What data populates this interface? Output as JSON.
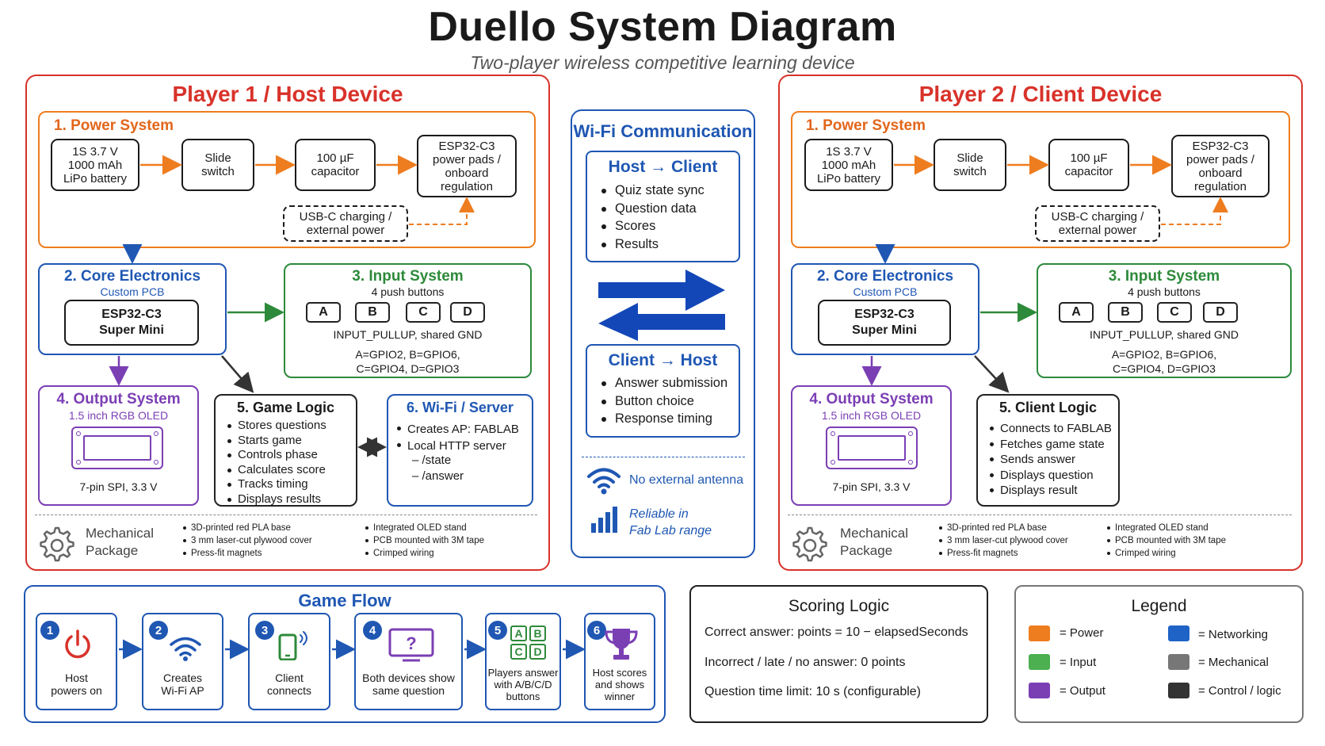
{
  "title": "Duello System Diagram",
  "subtitle": "Two-player wireless competitive learning device",
  "player1": {
    "title": "Player 1 / Host Device",
    "power": {
      "title": "1. Power System",
      "battery": "1S 3.7 V\n1000 mAh\nLiPo battery",
      "switch": "Slide\nswitch",
      "capacitor": "100 µF\ncapacitor",
      "esp": "ESP32-C3\npower pads /\nonboard\nregulation",
      "usb": "USB-C charging /\nexternal power"
    },
    "core": {
      "title": "2. Core Electronics",
      "sub": "Custom PCB",
      "chip": "ESP32-C3\nSuper Mini"
    },
    "input": {
      "title": "3. Input System",
      "sub": "4 push buttons",
      "keys": [
        "A",
        "B",
        "C",
        "D"
      ],
      "pullup": "INPUT_PULLUP, shared GND",
      "gpio1": "A=GPIO2, B=GPIO6,",
      "gpio2": "C=GPIO4, D=GPIO3"
    },
    "output": {
      "title": "4. Output System",
      "sub": "1.5 inch RGB OLED",
      "spec": "7-pin SPI, 3.3 V"
    },
    "logic": {
      "title": "5. Game Logic",
      "items": [
        "Stores questions",
        "Starts game",
        "Controls phase",
        "Calculates score",
        "Tracks timing",
        "Displays results"
      ]
    },
    "wifi": {
      "title": "6. Wi-Fi / Server",
      "items": [
        "Creates AP: FABLAB",
        "Local HTTP server"
      ],
      "routes": [
        "– /state",
        "– /answer"
      ]
    },
    "mech": {
      "label": "Mechanical\nPackage",
      "col1": [
        "3D-printed red PLA base",
        "3 mm laser-cut plywood cover",
        "Press-fit magnets"
      ],
      "col2": [
        "Integrated OLED stand",
        "PCB mounted with 3M tape",
        "Crimped wiring"
      ]
    }
  },
  "player2": {
    "title": "Player 2 / Client Device",
    "power": {
      "title": "1. Power System",
      "battery": "1S 3.7 V\n1000 mAh\nLiPo battery",
      "switch": "Slide\nswitch",
      "capacitor": "100 µF\ncapacitor",
      "esp": "ESP32-C3\npower pads /\nonboard\nregulation",
      "usb": "USB-C charging /\nexternal power"
    },
    "core": {
      "title": "2. Core Electronics",
      "sub": "Custom PCB",
      "chip": "ESP32-C3\nSuper Mini"
    },
    "input": {
      "title": "3. Input System",
      "sub": "4 push buttons",
      "keys": [
        "A",
        "B",
        "C",
        "D"
      ],
      "pullup": "INPUT_PULLUP, shared GND",
      "gpio1": "A=GPIO2, B=GPIO6,",
      "gpio2": "C=GPIO4, D=GPIO3"
    },
    "output": {
      "title": "4. Output System",
      "sub": "1.5 inch RGB OLED",
      "spec": "7-pin SPI, 3.3 V"
    },
    "logic": {
      "title": "5. Client Logic",
      "items": [
        "Connects to FABLAB",
        "Fetches game state",
        "Sends answer",
        "Displays question",
        "Displays result"
      ]
    },
    "mech": {
      "label": "Mechanical\nPackage",
      "col1": [
        "3D-printed red PLA base",
        "3 mm laser-cut plywood cover",
        "Press-fit magnets"
      ],
      "col2": [
        "Integrated OLED stand",
        "PCB mounted with 3M tape",
        "Crimped wiring"
      ]
    }
  },
  "wifi_comm": {
    "title": "Wi-Fi Communication",
    "host_to_client": {
      "title": "Host → Client",
      "items": [
        "Quiz state sync",
        "Question data",
        "Scores",
        "Results"
      ]
    },
    "client_to_host": {
      "title": "Client → Host",
      "items": [
        "Answer submission",
        "Button choice",
        "Response timing"
      ]
    },
    "antenna": "No external antenna",
    "range": "Reliable in\nFab Lab range"
  },
  "game_flow": {
    "title": "Game Flow",
    "steps": [
      {
        "num": "1",
        "label": "Host\npowers on",
        "icon": "power-icon"
      },
      {
        "num": "2",
        "label": "Creates\nWi-Fi AP",
        "icon": "wifi-icon"
      },
      {
        "num": "3",
        "label": "Client\nconnects",
        "icon": "phone-icon"
      },
      {
        "num": "4",
        "label": "Both devices show\nsame question",
        "icon": "question-screen-icon"
      },
      {
        "num": "5",
        "label": "Players answer\nwith A/B/C/D\nbuttons",
        "icon": "abcd-icon",
        "keys": [
          "A",
          "B",
          "C",
          "D"
        ]
      },
      {
        "num": "6",
        "label": "Host scores\nand shows\nwinner",
        "icon": "trophy-icon"
      }
    ]
  },
  "scoring": {
    "title": "Scoring Logic",
    "lines": [
      "Correct answer: points = 10 − elapsedSeconds",
      "Incorrect / late / no answer: 0 points",
      "Question time limit: 10 s (configurable)"
    ]
  },
  "legend": {
    "title": "Legend",
    "items": [
      {
        "label": "= Power",
        "color": "#ee7d1f"
      },
      {
        "label": "= Networking",
        "color": "#1f63c6"
      },
      {
        "label": "= Input",
        "color": "#4caf50"
      },
      {
        "label": "= Mechanical",
        "color": "#777777"
      },
      {
        "label": "= Output",
        "color": "#7b3fb4"
      },
      {
        "label": "= Control / logic",
        "color": "#333333"
      }
    ]
  }
}
